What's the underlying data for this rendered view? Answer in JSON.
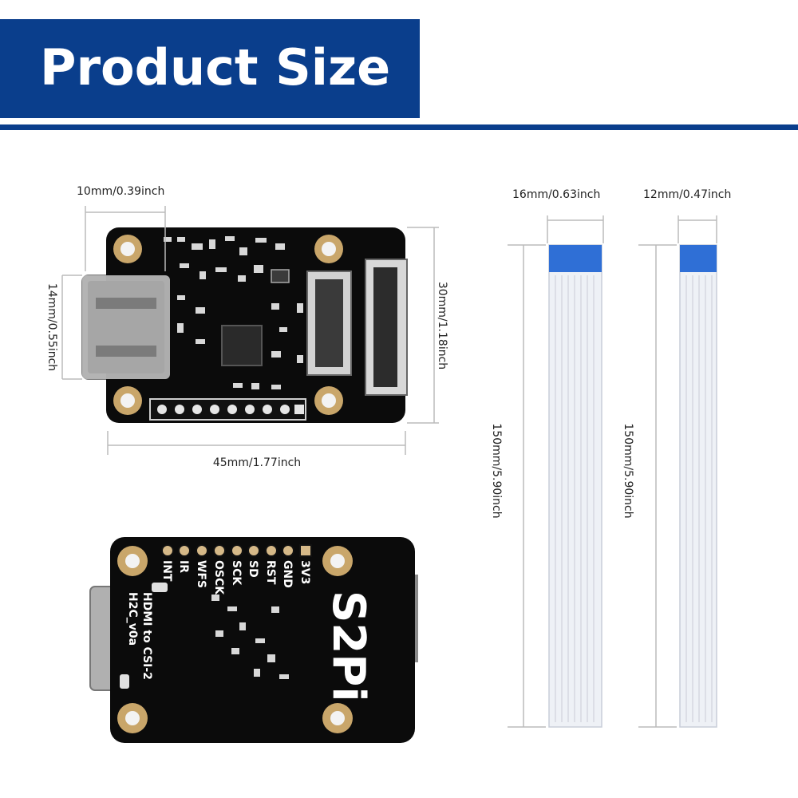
{
  "banner": {
    "title": "Product Size"
  },
  "board_top_dims": {
    "hdmi_width": "10mm/0.39inch",
    "hdmi_height": "14mm/0.55inch",
    "board_height": "30mm/1.18inch",
    "board_width": "45mm/1.77inch"
  },
  "cables": {
    "wide": {
      "width": "16mm/0.63inch",
      "length": "150mm/5.90inch"
    },
    "narrow": {
      "width": "12mm/0.47inch",
      "length": "150mm/5.90inch"
    }
  },
  "board_bottom": {
    "pin_labels": [
      "INT",
      "IR",
      "WFS",
      "OSCK",
      "SCK",
      "SD",
      "RST",
      "GND",
      "3V3"
    ],
    "brand": "S2Pi",
    "model_line1": "HDMI to CSI-2",
    "model_line2": "H2C_v0a"
  },
  "colors": {
    "brand_blue": "#0a3e8c",
    "pcb": "#0b0b0b",
    "pad_gold": "#c9a66a",
    "cable_blue": "#2f6fd6"
  }
}
